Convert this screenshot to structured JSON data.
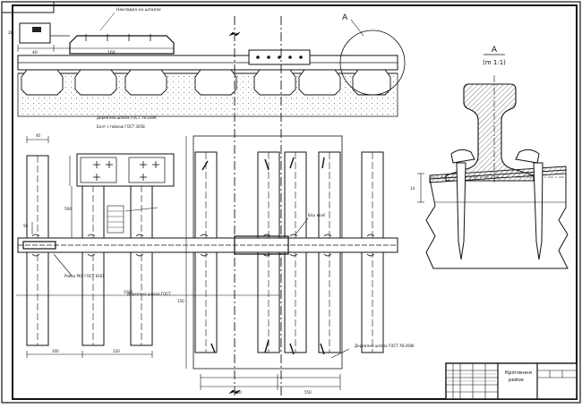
{
  "detail": {
    "letter": "A",
    "scale": "(m 1:1)"
  },
  "labels": {
    "top_note": "Накладка на шпалах",
    "note_pad": "Дерев'яна шпала ГОСТ 78-2006",
    "note_bolt": "Болт з гайкою ГОСТ 3058",
    "note_rail": "Рейка Р65 ГОСТ 8161",
    "note_axis": "Вісь колії",
    "note_beam": "Дерев'яна шпала ГОСТ",
    "note_bottom": "Дерев'яна шпала ГОСТ 78-2006"
  },
  "title_block": {
    "name_line1": "Кріплення",
    "name_line2": "рейок"
  },
  "dims": {
    "d1": "40",
    "d2": "160",
    "d3": "28",
    "d4": "40",
    "d5": "500",
    "d6": "1520",
    "d7": "100",
    "d8": "120",
    "d9": "300",
    "d10": "550",
    "d11": "50",
    "d12": "150",
    "d13": "14"
  }
}
